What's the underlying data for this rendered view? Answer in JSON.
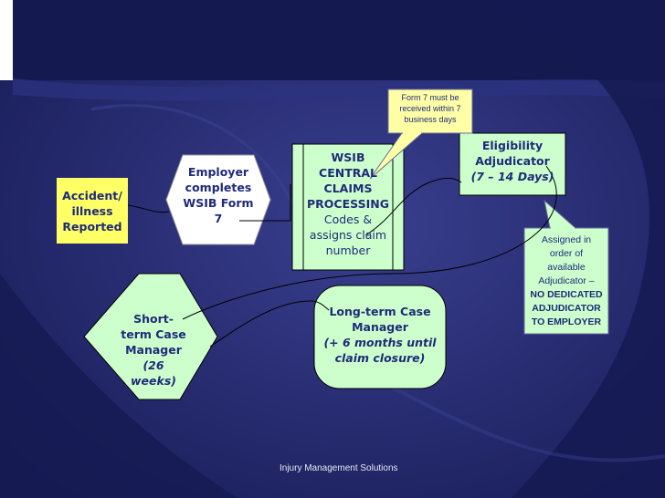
{
  "colors": {
    "background": "#1d2368",
    "yellow_box": "#ffff66",
    "green_box": "#ccffcc",
    "callout": "#ffffa6",
    "blue_text": "#1f2a7a",
    "connector": "#000000"
  },
  "nodes": {
    "accident": {
      "lines": [
        "Accident/",
        "illness",
        "Reported"
      ]
    },
    "employer": {
      "lines": [
        "Employer",
        "completes",
        "WSIB Form",
        "7"
      ]
    },
    "wsib": {
      "bold_lines": [
        "WSIB",
        "CENTRAL",
        "CLAIMS",
        "PROCESSING"
      ],
      "normal_lines": [
        "Codes &",
        "assigns claim",
        "number"
      ]
    },
    "eligibility": {
      "lines": [
        "Eligibility",
        "Adjudicator",
        "(7 – 14 Days)"
      ]
    },
    "short_term": {
      "lines": [
        "Short-",
        "term Case",
        "Manager",
        "(26",
        "weeks)"
      ]
    },
    "long_term": {
      "lines": [
        "Long-term Case",
        "Manager",
        "(+ 6 months until",
        "claim closure)"
      ]
    }
  },
  "callouts": {
    "form7": {
      "lines": [
        "Form 7 must be",
        "received within 7",
        "business days"
      ]
    },
    "assigned": {
      "normal_lines": [
        "Assigned in",
        "order of",
        "available",
        "Adjudicator –"
      ],
      "bold_lines": [
        "NO DEDICATED",
        "ADJUDICATOR",
        "TO EMPLOYER"
      ]
    }
  },
  "footer": {
    "text": "Injury Management Solutions"
  }
}
